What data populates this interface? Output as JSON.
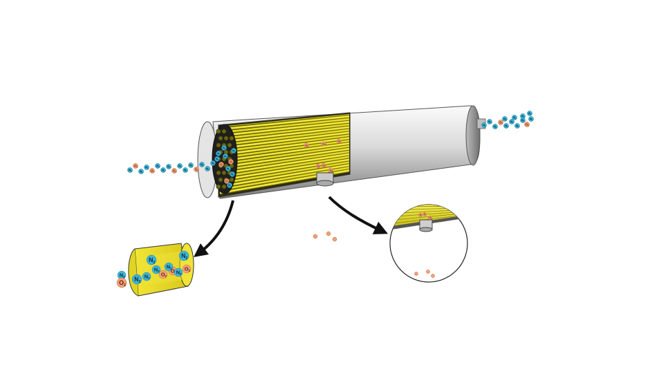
{
  "molecules": {
    "n2": {
      "label": "N",
      "sub": "2"
    },
    "o2": {
      "label": "O",
      "sub": "2"
    }
  },
  "colors": {
    "n2_fill": "#3fb6d9",
    "o2_fill": "#f0a27a",
    "fiber_yellow": "#e8e02a",
    "fiber_dark": "#8a7f0c",
    "shell_light": "#f4f4f4",
    "shell_dark": "#8e8e8e",
    "arrow": "#111111"
  },
  "icons": {
    "arrow_to_fiber": "curved-arrow-icon",
    "arrow_to_outlet": "curved-arrow-icon"
  }
}
